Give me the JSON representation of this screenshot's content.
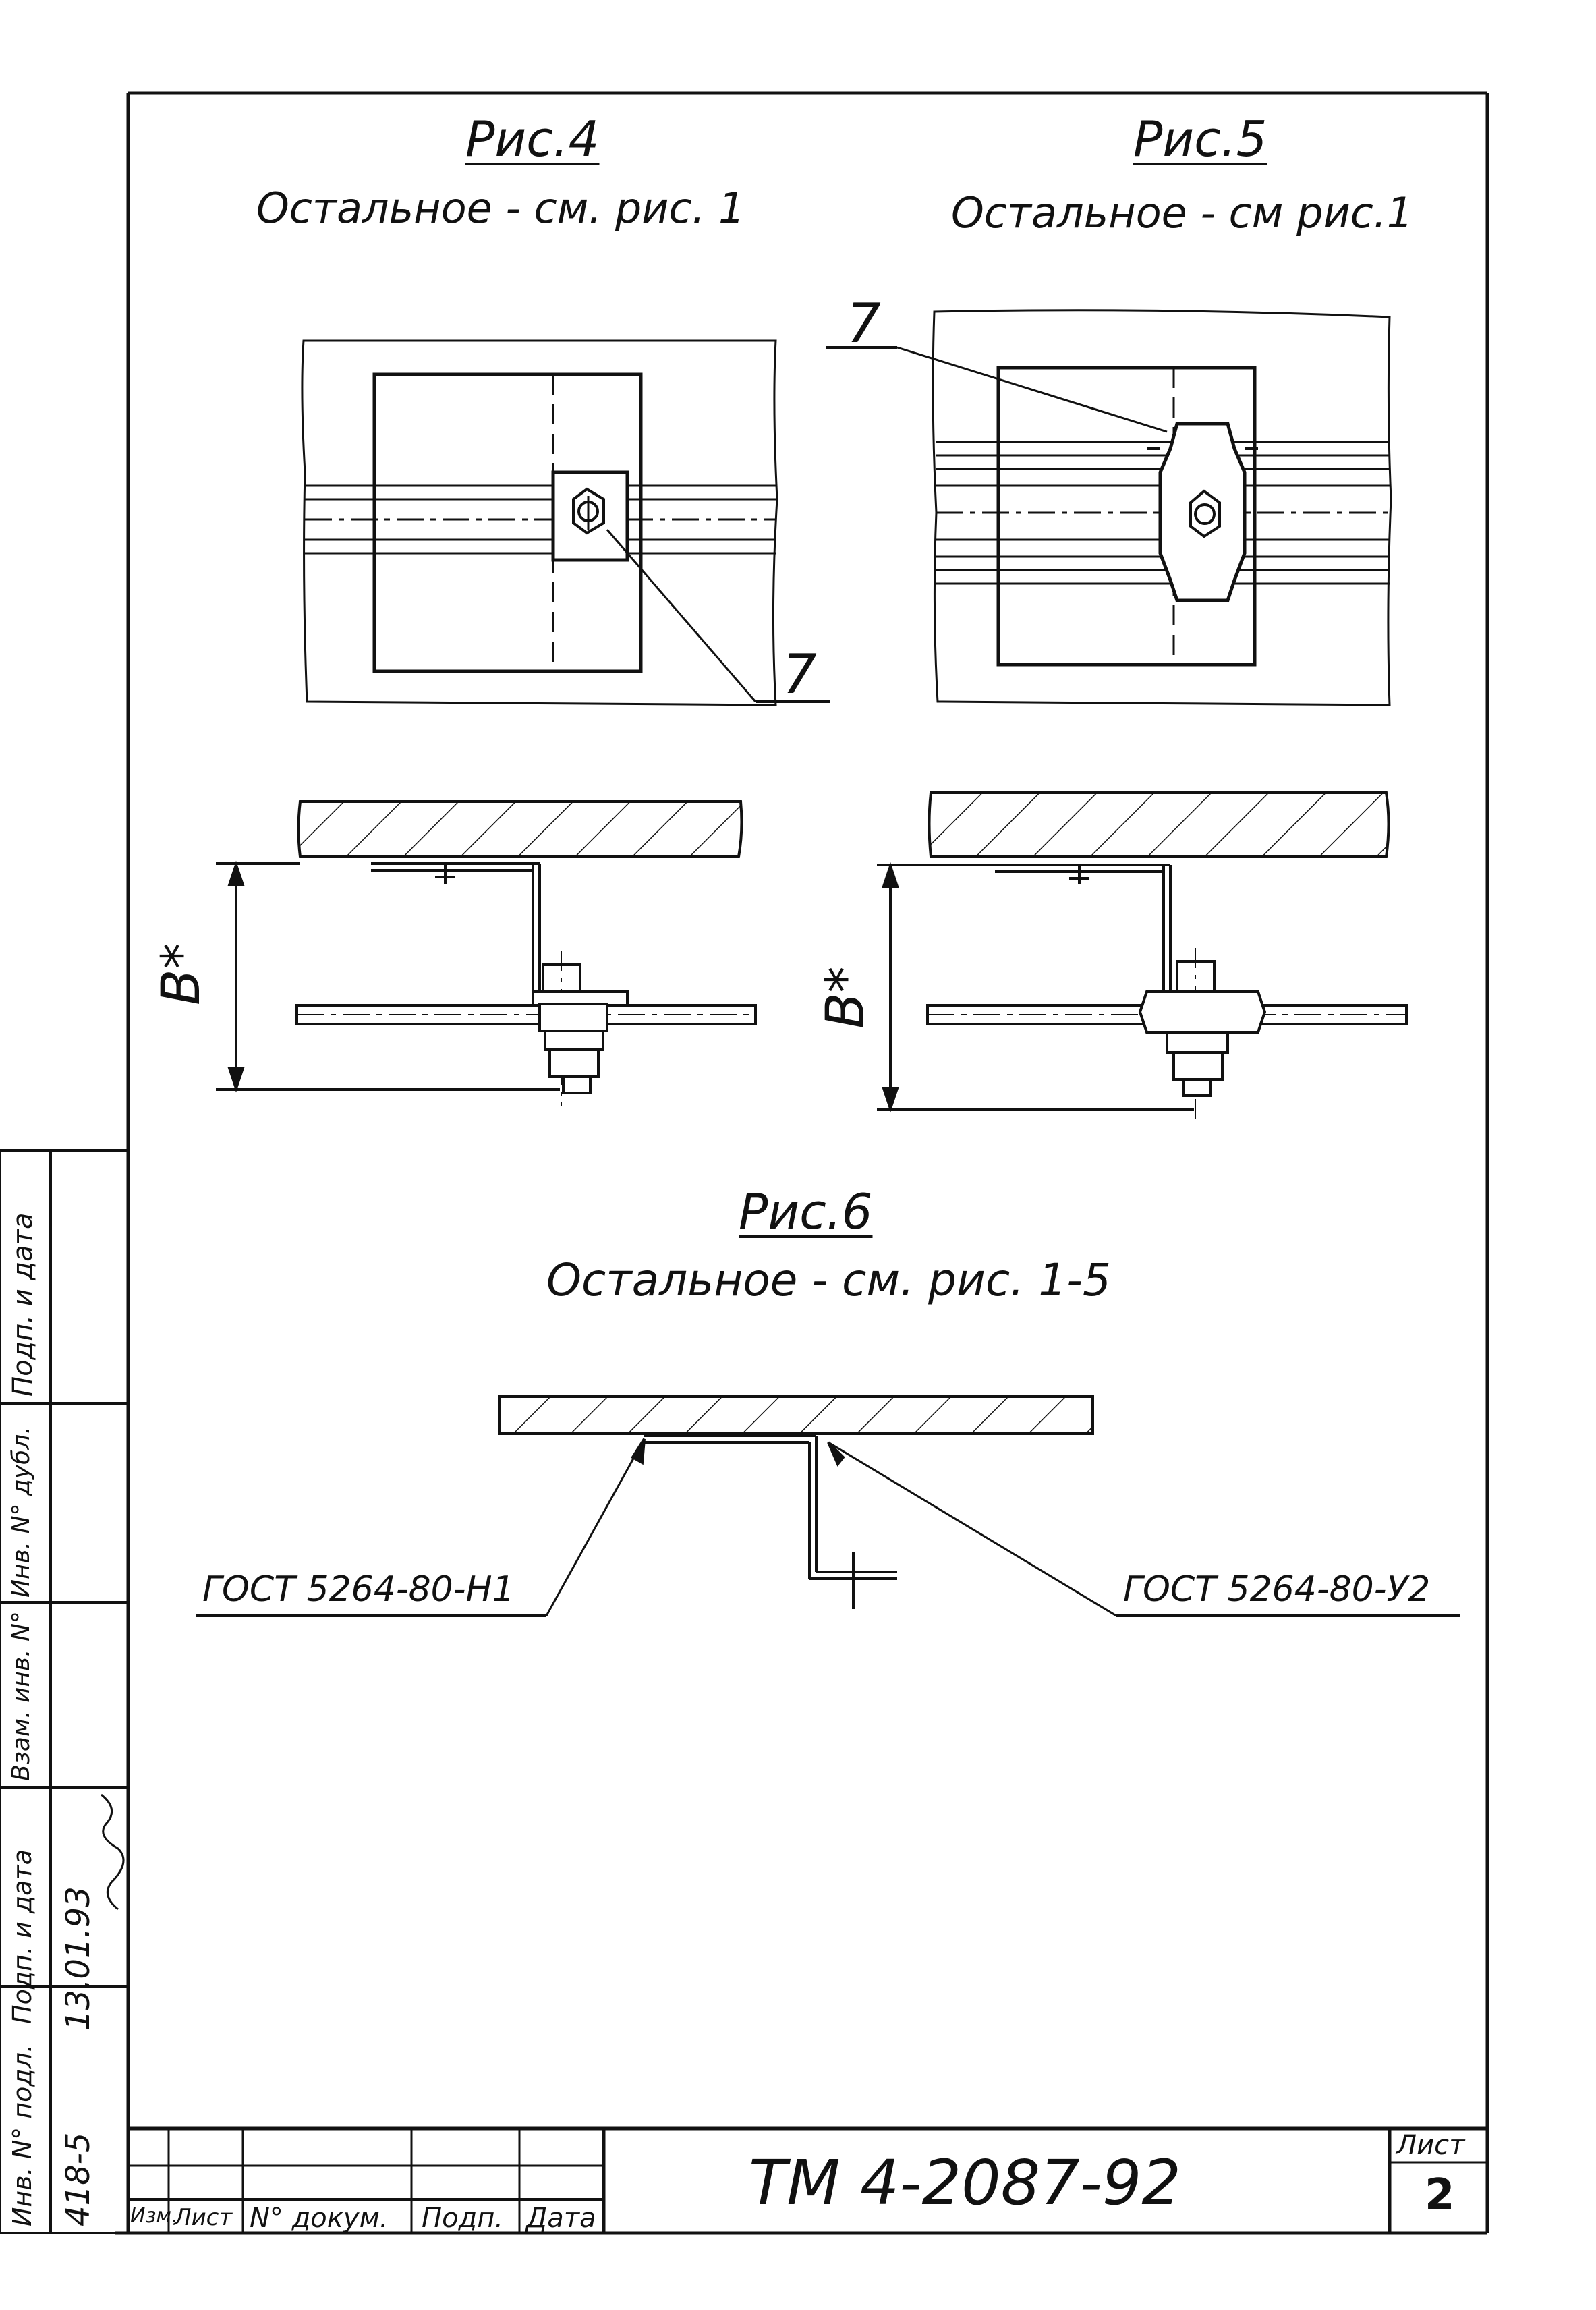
{
  "figures": {
    "fig4": {
      "title": "Рис.4",
      "note": "Остальное - см. рис. 1",
      "callout": "7"
    },
    "fig5": {
      "title": "Рис.5",
      "note": "Остальное - см рис.1",
      "callout": "7"
    },
    "fig6": {
      "title": "Рис.6",
      "note": "Остальное - см. рис. 1-5",
      "left_ref": "ГОСТ 5264-80-Н1",
      "right_ref": "ГОСТ 5264-80-У2"
    }
  },
  "dimensions": {
    "fig4_height": "B*",
    "fig5_height": "B*"
  },
  "side_stamp": {
    "labels": [
      "Инв. N° подл.",
      "Подп. и дата",
      "Взам. инв. N°",
      "Инв. N° дубл.",
      "Подп. и дата"
    ],
    "inv_no": "418-5",
    "date": "13.01.93"
  },
  "title_block": {
    "columns": [
      "Изм.",
      "Лист",
      "N° докум.",
      "Подп.",
      "Дата"
    ],
    "document_code": "ТМ 4-2087-92",
    "sheet_label": "Лист",
    "sheet_number": "2"
  }
}
